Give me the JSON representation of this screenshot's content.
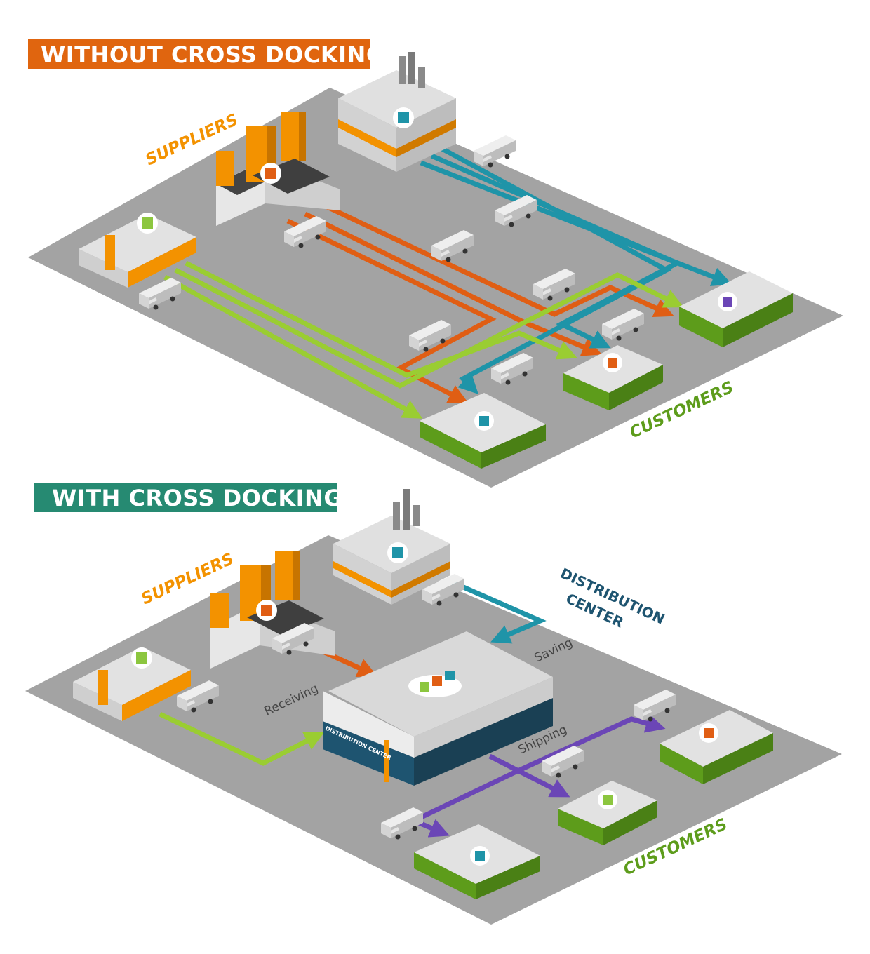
{
  "colors": {
    "banner_without": "#e0650f",
    "banner_with": "#268a72",
    "platform": "#a3a3a3",
    "suppliers": "#f39200",
    "customers": "#5d9c1b",
    "distribution_center": "#1e5470",
    "flow_orange": "#e05e14",
    "flow_teal": "#1f94a8",
    "flow_lime": "#9acd32",
    "flow_purple": "#6b46b6"
  },
  "icons": [
    "factory-icon",
    "warehouse-icon",
    "truck-icon",
    "cargo-box-icon",
    "flow-arrow-icon"
  ],
  "without": {
    "banner": "WITHOUT CROSS DOCKING",
    "suppliers_label": "SUPPLIERS",
    "customers_label": "CUSTOMERS"
  },
  "with": {
    "banner": "WITH CROSS DOCKING",
    "suppliers_label": "SUPPLIERS",
    "customers_label": "CUSTOMERS",
    "dc_label_line1": "DISTRIBUTION",
    "dc_label_line2": "CENTER",
    "dc_sign": "DISTRIBUTION CENTER",
    "receiving": "Receiving",
    "saving": "Saving",
    "shipping": "Shipping"
  }
}
